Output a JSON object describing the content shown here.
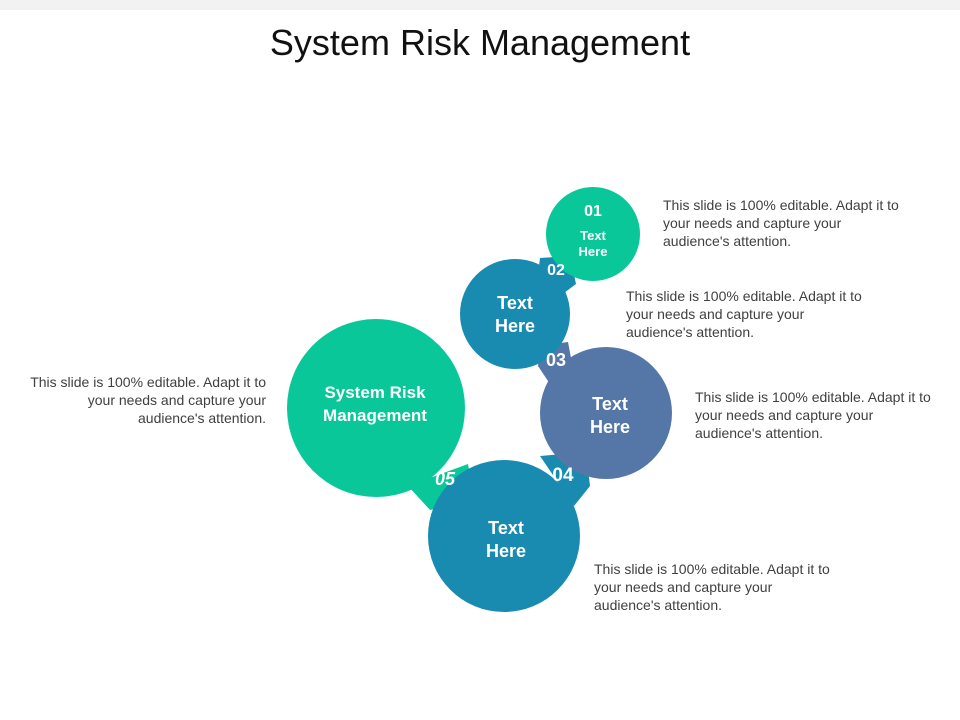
{
  "title": "System Risk Management",
  "colors": {
    "teal_green": "#0ac79a",
    "steel_blue": "#1a8bb0",
    "slate_blue": "#5577a8"
  },
  "steps": [
    {
      "number": "01",
      "label": "Text Here",
      "description": "This slide is 100% editable. Adapt it to your needs and capture your audience's attention."
    },
    {
      "number": "02",
      "label": "Text Here",
      "description": "This slide is 100% editable. Adapt it to your needs and capture your audience's attention."
    },
    {
      "number": "03",
      "label": "Text Here",
      "description": "This slide is 100% editable. Adapt it to your needs and capture your audience's attention."
    },
    {
      "number": "04",
      "label": "Text Here",
      "description": "This slide is 100% editable. Adapt it to your needs and capture your audience's attention."
    },
    {
      "number": "05",
      "label": "System Risk Management",
      "description": "This slide is 100% editable. Adapt it to your needs and capture your audience's attention."
    }
  ]
}
